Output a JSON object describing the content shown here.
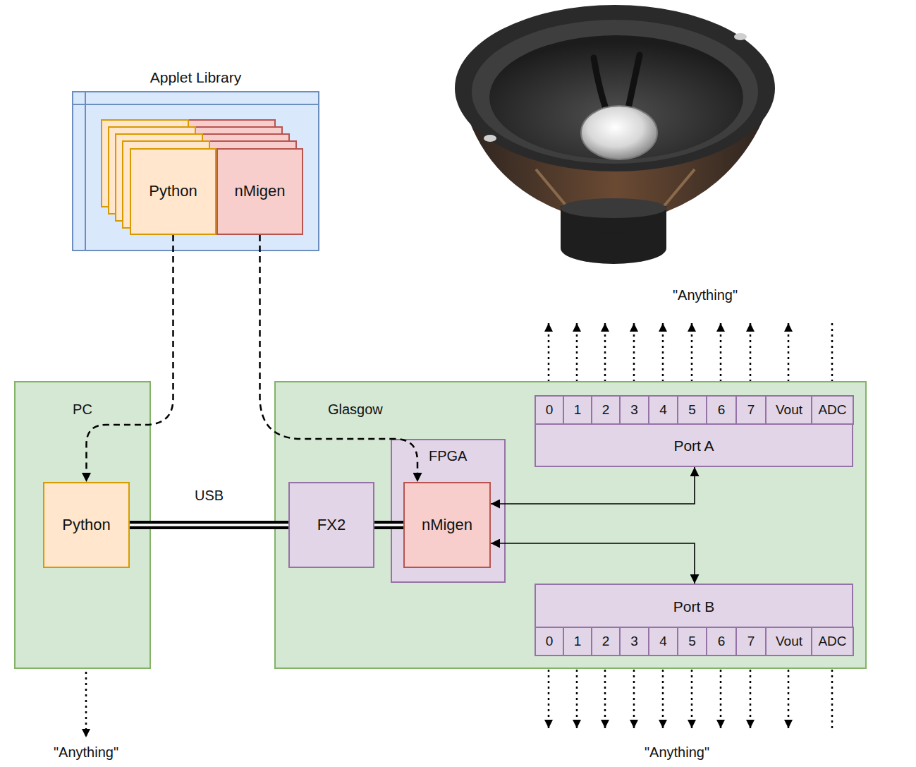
{
  "diagram": {
    "nodes": [
      {
        "text": [
          "Applet Library"
        ]
      },
      {
        "text": [
          "Python"
        ],
        "in": 0
      },
      {
        "text": [
          "nMigen"
        ],
        "in": 0
      },
      {
        "text": [
          "PC"
        ]
      },
      {
        "text": [
          "Python"
        ],
        "in": 3
      },
      {
        "text": [
          "Glasgow"
        ]
      },
      {
        "text": [
          "FX2"
        ],
        "in": 5
      },
      {
        "text": [
          "FPGA"
        ],
        "in": 5
      },
      {
        "text": [
          "nMigen"
        ],
        "in": 7
      },
      {
        "text": [
          "Port A"
        ],
        "in": 5
      },
      {
        "text": [
          "0"
        ],
        "in": 9
      },
      {
        "text": [
          "1"
        ],
        "in": 9
      },
      {
        "text": [
          "2"
        ],
        "in": 9
      },
      {
        "text": [
          "3"
        ],
        "in": 9
      },
      {
        "text": [
          "4"
        ],
        "in": 9
      },
      {
        "text": [
          "5"
        ],
        "in": 9
      },
      {
        "text": [
          "6"
        ],
        "in": 9
      },
      {
        "text": [
          "7"
        ],
        "in": 9
      },
      {
        "text": [
          "Vout"
        ],
        "in": 9
      },
      {
        "text": [
          "ADC"
        ],
        "in": 9
      },
      {
        "text": [
          "Port B"
        ],
        "in": 5
      },
      {
        "text": [
          "0"
        ],
        "in": 20
      },
      {
        "text": [
          "1"
        ],
        "in": 20
      },
      {
        "text": [
          "2"
        ],
        "in": 20
      },
      {
        "text": [
          "3"
        ],
        "in": 20
      },
      {
        "text": [
          "4"
        ],
        "in": 20
      },
      {
        "text": [
          "5"
        ],
        "in": 20
      },
      {
        "text": [
          "6"
        ],
        "in": 20
      },
      {
        "text": [
          "7"
        ],
        "in": 20
      },
      {
        "text": [
          "Vout"
        ],
        "in": 20
      },
      {
        "text": [
          "ADC"
        ],
        "in": 20
      }
    ],
    "edges": [
      {
        "from": 1,
        "to": 4,
        "arrow": "to"
      },
      {
        "from": 2,
        "to": 8,
        "arrow": "to"
      },
      {
        "from": 4,
        "to": 6,
        "arrow": "none",
        "label": "USB"
      },
      {
        "from": 6,
        "to": 8,
        "arrow": "none"
      },
      {
        "from": 8,
        "to": 9,
        "arrow": "both"
      },
      {
        "from": 8,
        "to": 20,
        "arrow": "both"
      }
    ],
    "labels": [
      "\"Anything\"",
      "\"Anything\"",
      "\"Anything\""
    ]
  }
}
